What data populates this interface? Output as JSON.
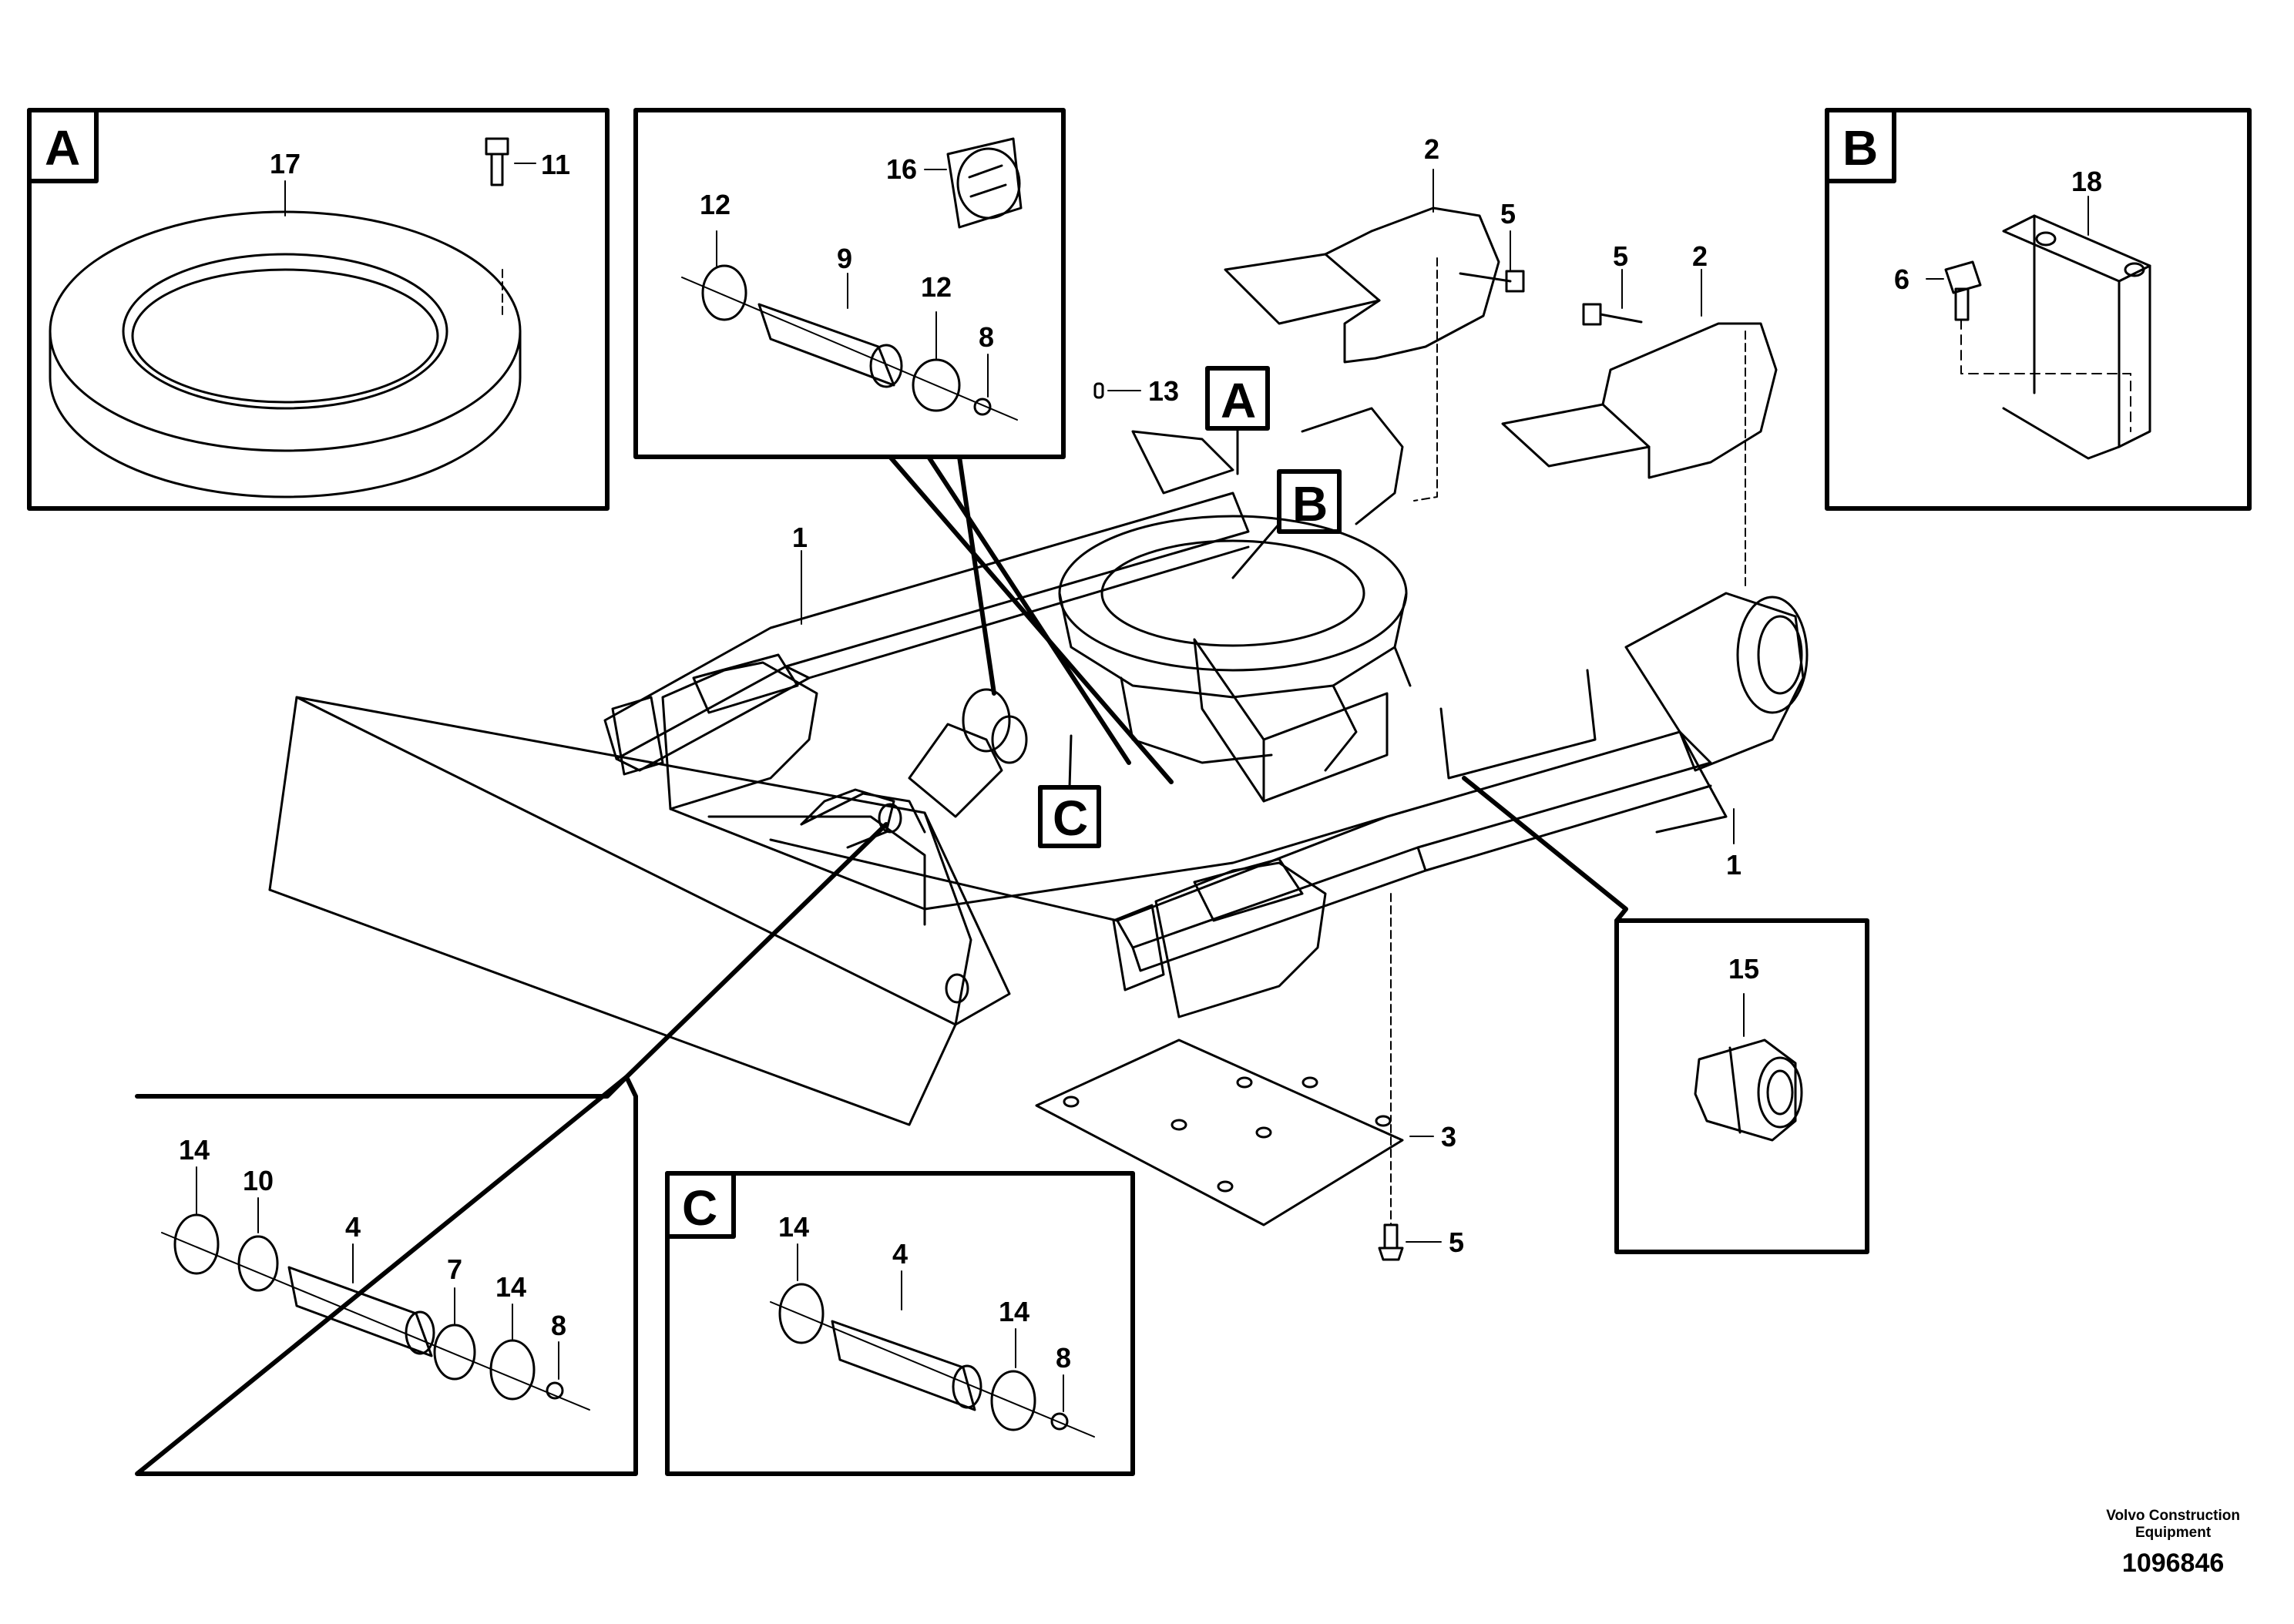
{
  "callouts": {
    "c1a": "1",
    "c1b": "1",
    "c2a": "2",
    "c2b": "2",
    "c3": "3",
    "c4a": "4",
    "c4b": "4",
    "c5a": "5",
    "c5b": "5",
    "c5c": "5",
    "c6": "6",
    "c7": "7",
    "c8a": "8",
    "c8b": "8",
    "c8c": "8",
    "c9": "9",
    "c10": "10",
    "c11": "11",
    "c12a": "12",
    "c12b": "12",
    "c13": "13",
    "c14a": "14",
    "c14b": "14",
    "c14c": "14",
    "c14d": "14",
    "c15": "15",
    "c16": "16",
    "c17": "17",
    "c18": "18"
  },
  "detail_letters": {
    "A_box": "A",
    "B_box": "B",
    "C_box": "C",
    "A_ref": "A",
    "B_ref": "B",
    "C_ref": "C"
  },
  "footer": {
    "line1": "Volvo Construction",
    "line2": "Equipment",
    "drawing_number": "1096846"
  }
}
